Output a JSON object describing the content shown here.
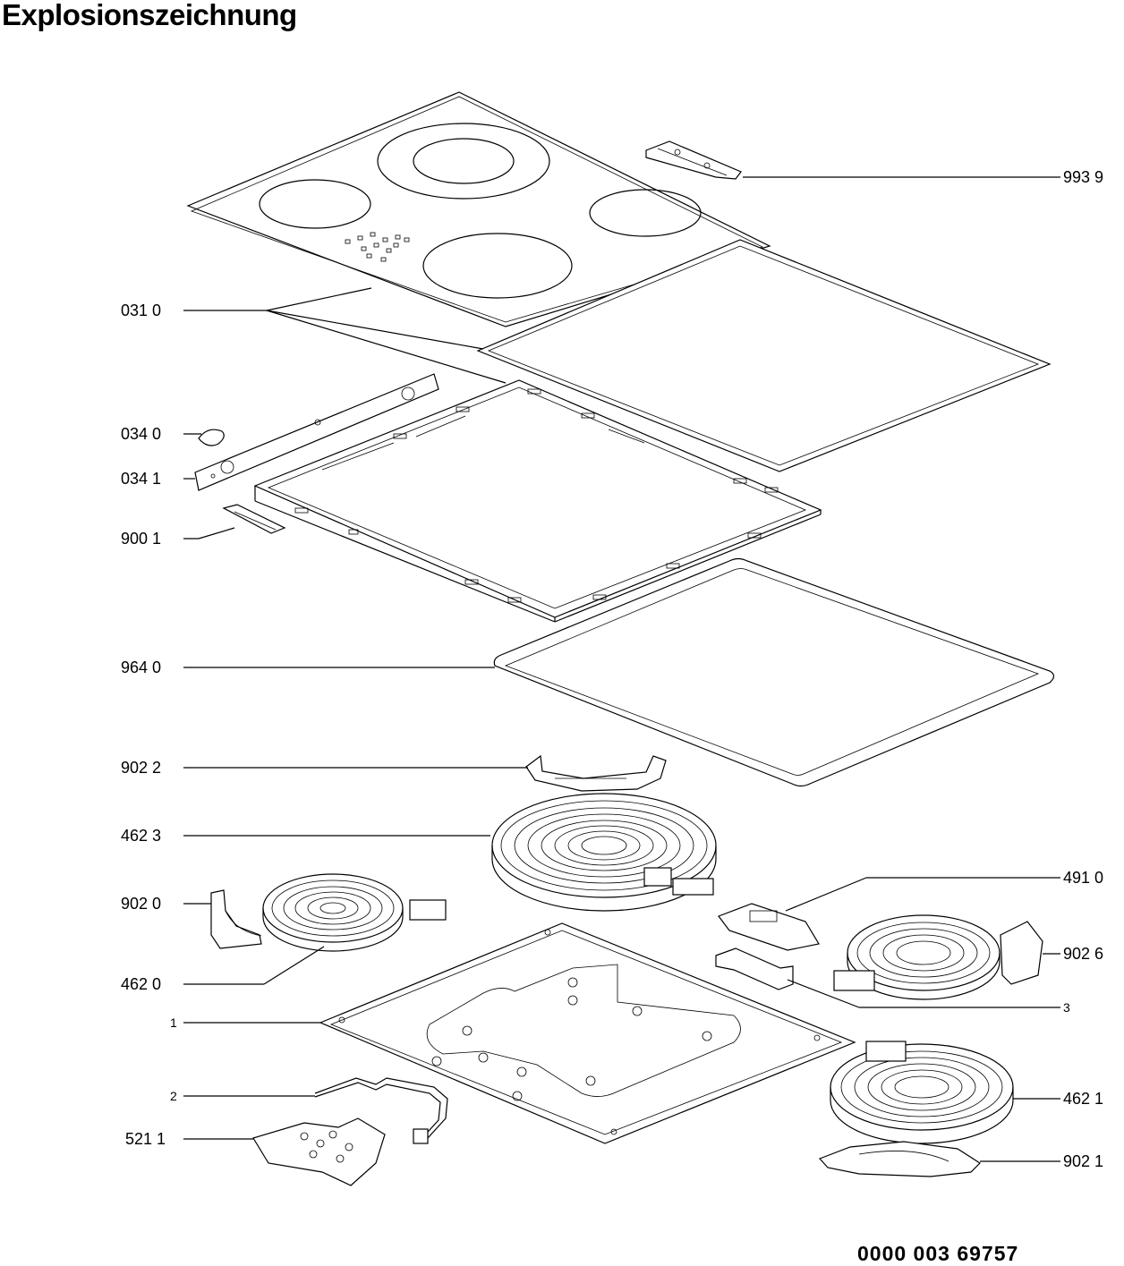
{
  "title": "Explosionszeichnung",
  "document_number": "0000 003 69757",
  "labels": {
    "p9939": "993 9",
    "p0310": "031 0",
    "p0340": "034 0",
    "p0341": "034 1",
    "p9001": "900 1",
    "p9640": "964 0",
    "p9022": "902 2",
    "p4623": "462 3",
    "p4910": "491 0",
    "p9020": "902 0",
    "p9026": "902 6",
    "p4620": "462 0",
    "p3": "3",
    "p1": "1",
    "p2": "2",
    "p4621": "462 1",
    "p5211": "521 1",
    "p9021": "902 1"
  }
}
